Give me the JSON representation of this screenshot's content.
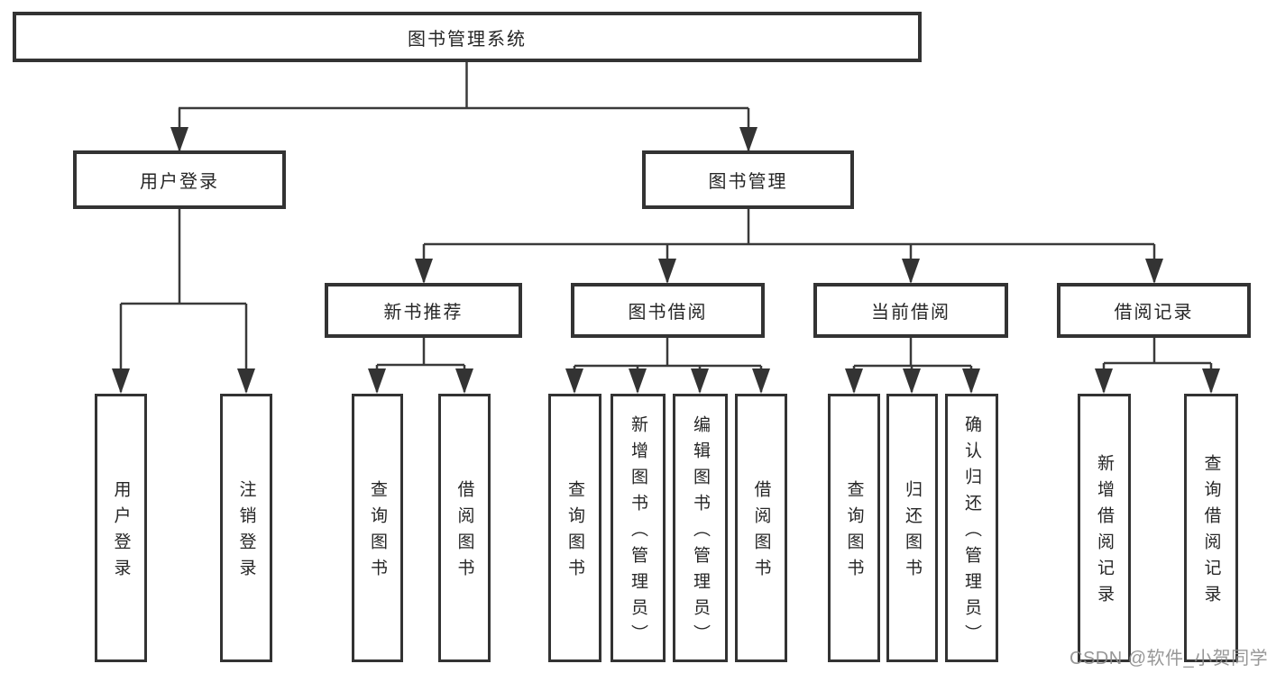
{
  "chart": {
    "root": "图书管理系统",
    "level2": {
      "user_login": "用户登录",
      "book_management": "图书管理"
    },
    "user_login_children": [
      "用户登录",
      "注销登录"
    ],
    "modules": [
      {
        "label": "新书推荐",
        "children": [
          "查询图书",
          "借阅图书"
        ]
      },
      {
        "label": "图书借阅",
        "children": [
          "查询图书",
          "新增图书（管理员）",
          "编辑图书（管理员）",
          "借阅图书"
        ]
      },
      {
        "label": "当前借阅",
        "children": [
          "查询图书",
          "归还图书",
          "确认归还（管理员）"
        ]
      },
      {
        "label": "借阅记录",
        "children": [
          "新增借阅记录",
          "查询借阅记录"
        ]
      }
    ],
    "watermark": "CSDN @软件_小贺同学"
  }
}
